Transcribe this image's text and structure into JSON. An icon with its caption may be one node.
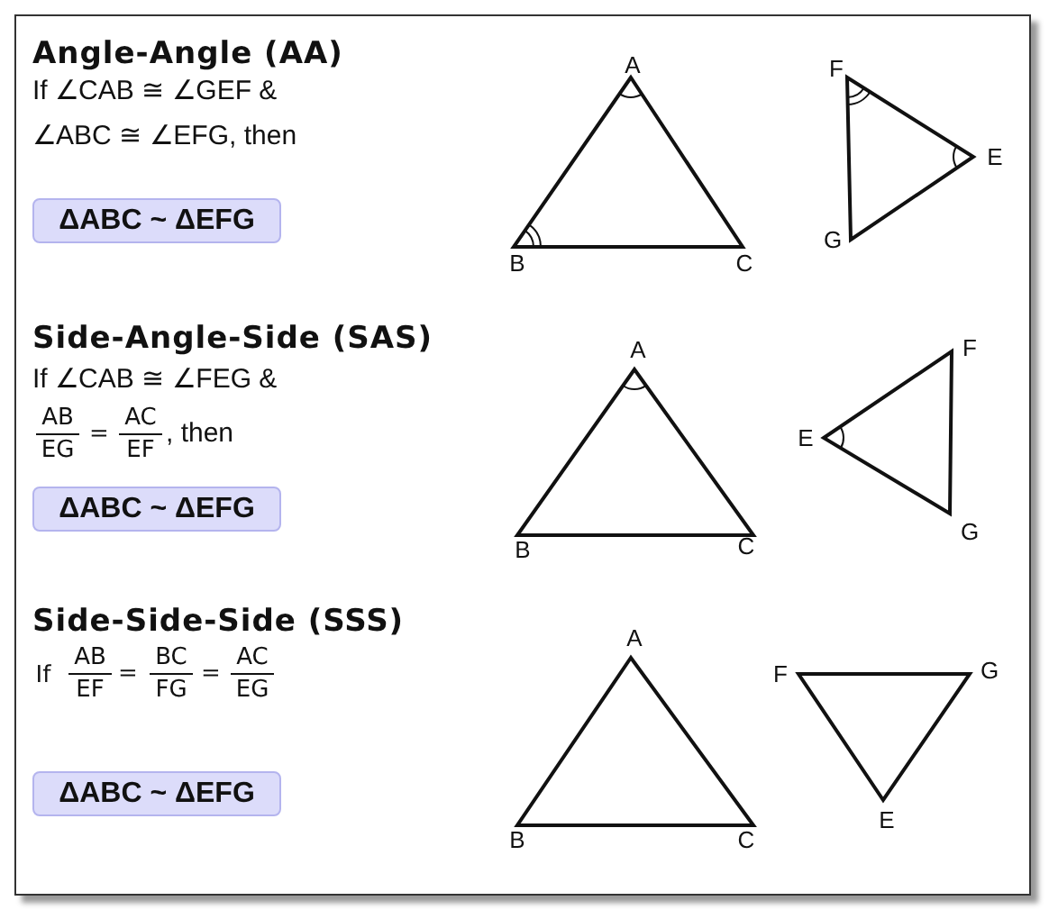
{
  "diagram": {
    "nodes": [
      {
        "text": [
          "ΔABC ~ ΔEFG"
        ]
      },
      {
        "text": [
          "ΔABC ~ ΔEFG"
        ]
      },
      {
        "text": [
          "ΔABC ~ ΔEFG"
        ]
      }
    ],
    "labels": [
      "Angle-Angle (AA)",
      "If ∠CAB ≅ ∠GEF &",
      "∠ABC ≅ ∠EFG, then",
      "A",
      "F",
      "E",
      "B",
      "C",
      "G",
      "Side-Angle-Side (SAS)",
      "If ∠CAB ≅ ∠FEG &",
      "AB",
      "EG",
      "=",
      "AC",
      "EF",
      ", then",
      "A",
      "F",
      "E",
      "G",
      "B",
      "C",
      "Side-Side-Side (SSS)",
      "If",
      "AB",
      "EF",
      "=",
      "BC",
      "FG",
      "=",
      "AC",
      "EG",
      "A",
      "F",
      "G",
      "B",
      "C",
      "E"
    ]
  }
}
